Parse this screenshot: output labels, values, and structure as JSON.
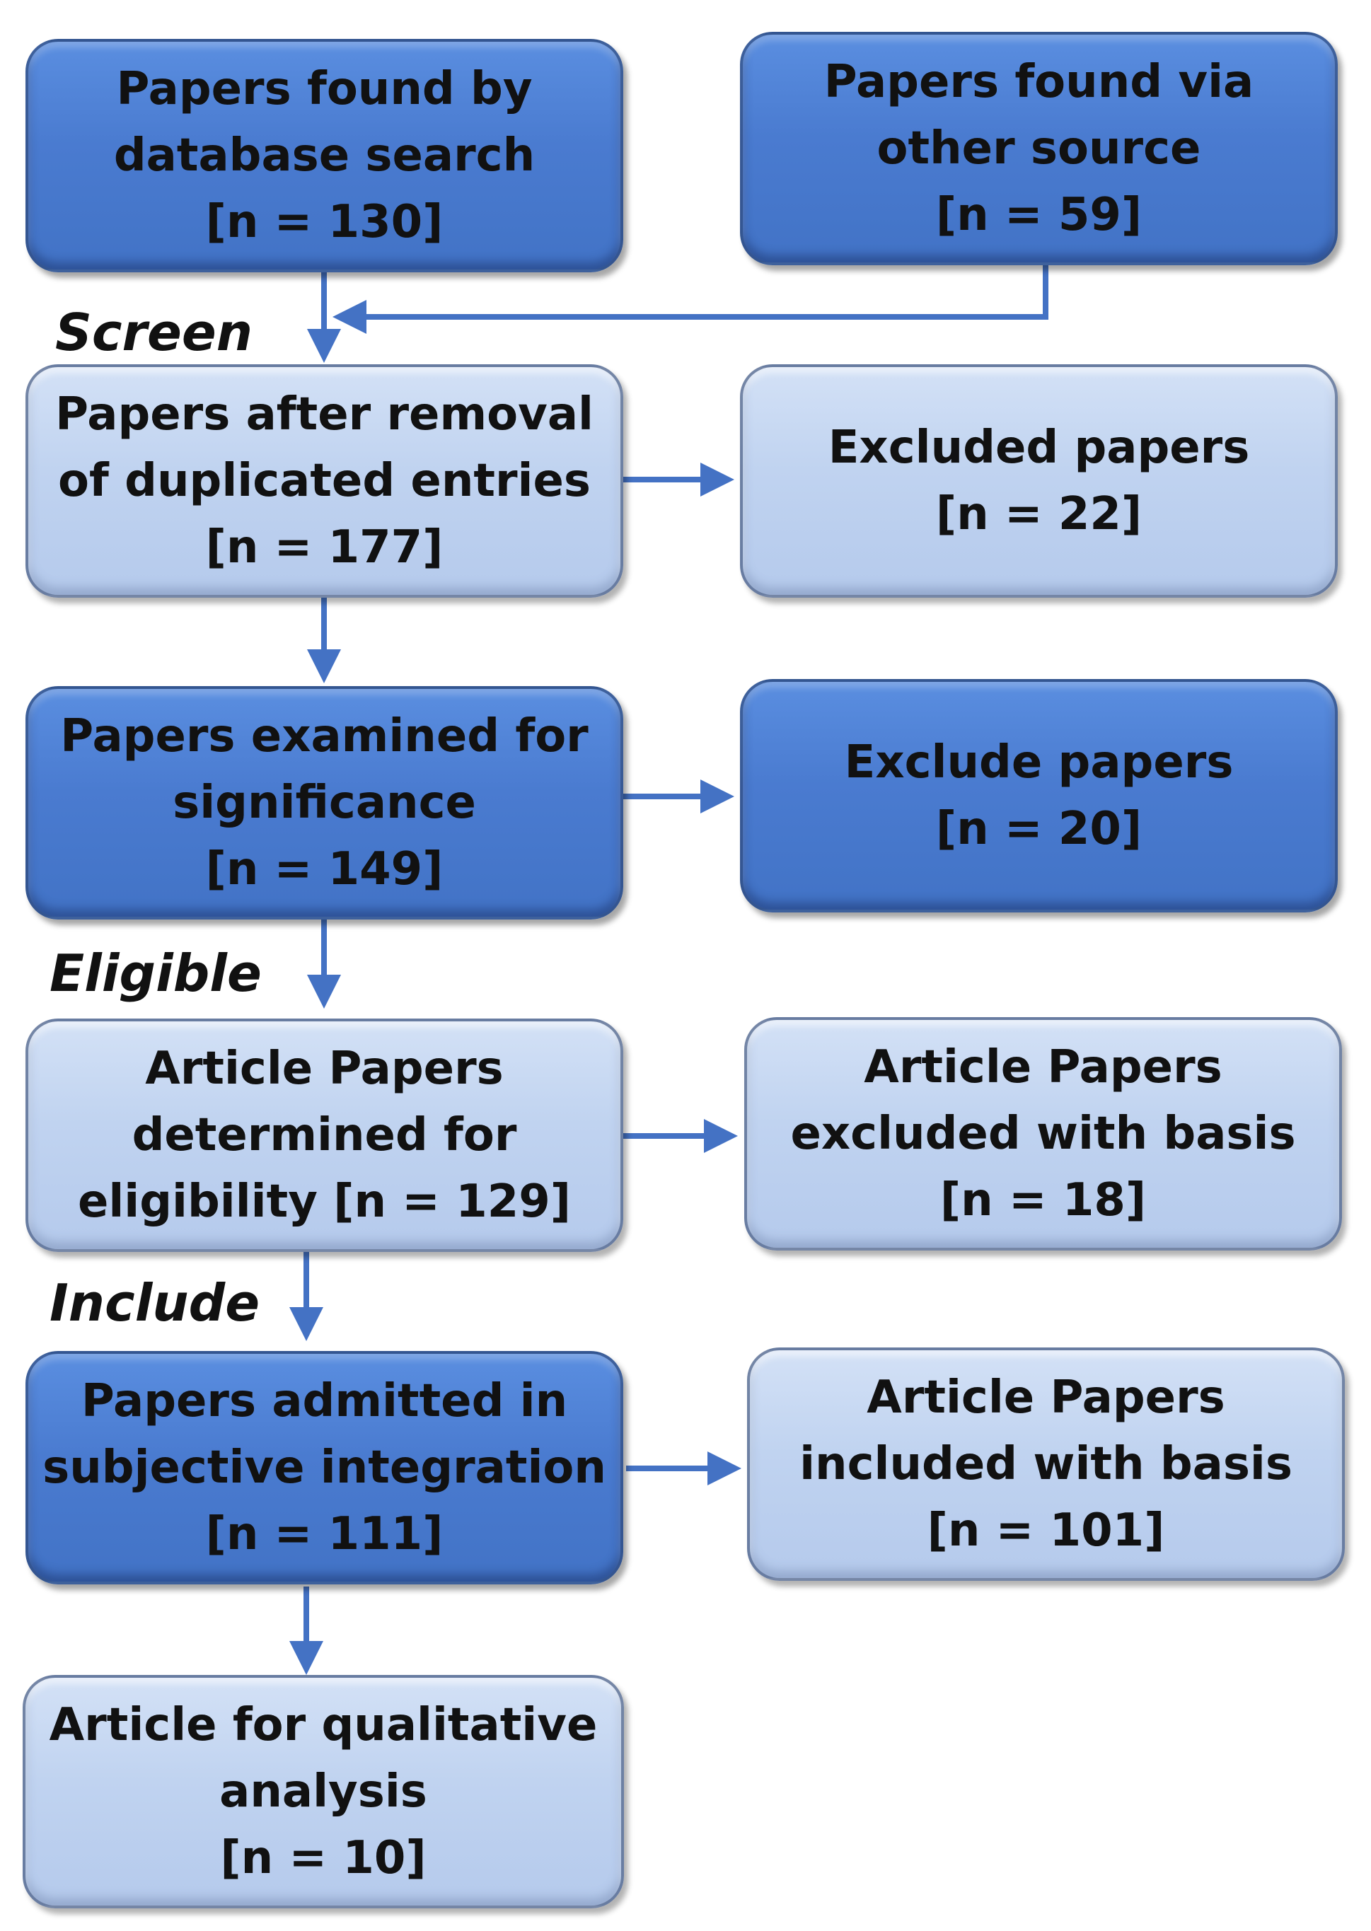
{
  "stages": {
    "screen": "Screen",
    "eligible": "Eligible",
    "include": "Include"
  },
  "boxes": {
    "database_search": {
      "lines": [
        "Papers found by",
        "database search",
        "[n = 130]"
      ]
    },
    "other_source": {
      "lines": [
        "Papers found via",
        "other source",
        "[n = 59]"
      ]
    },
    "after_duplicates": {
      "lines": [
        "Papers after removal",
        "of duplicated entries",
        "[n = 177]"
      ]
    },
    "excluded_22": {
      "lines": [
        "Excluded papers",
        "[n = 22]"
      ]
    },
    "examined_significance": {
      "lines": [
        "Papers examined for",
        "significance",
        "[n = 149]"
      ]
    },
    "exclude_20": {
      "lines": [
        "Exclude papers",
        "[n = 20]"
      ]
    },
    "determined_eligibility": {
      "lines": [
        "Article Papers",
        "determined for",
        "eligibility [n = 129]"
      ]
    },
    "excluded_basis": {
      "lines": [
        "Article Papers",
        "excluded with basis",
        "[n = 18]"
      ]
    },
    "admitted_integration": {
      "lines": [
        "Papers admitted in",
        "subjective integration",
        "[n = 111]"
      ]
    },
    "included_basis": {
      "lines": [
        "Article Papers",
        "included with basis",
        "[n = 101]"
      ]
    },
    "qualitative_analysis": {
      "lines": [
        "Article for qualitative",
        "analysis",
        "[n = 10]"
      ]
    }
  },
  "colors": {
    "dark_box": "#4a7bd0",
    "light_box": "#c0d3f0",
    "arrow": "#4472c4",
    "text": "#111111"
  }
}
